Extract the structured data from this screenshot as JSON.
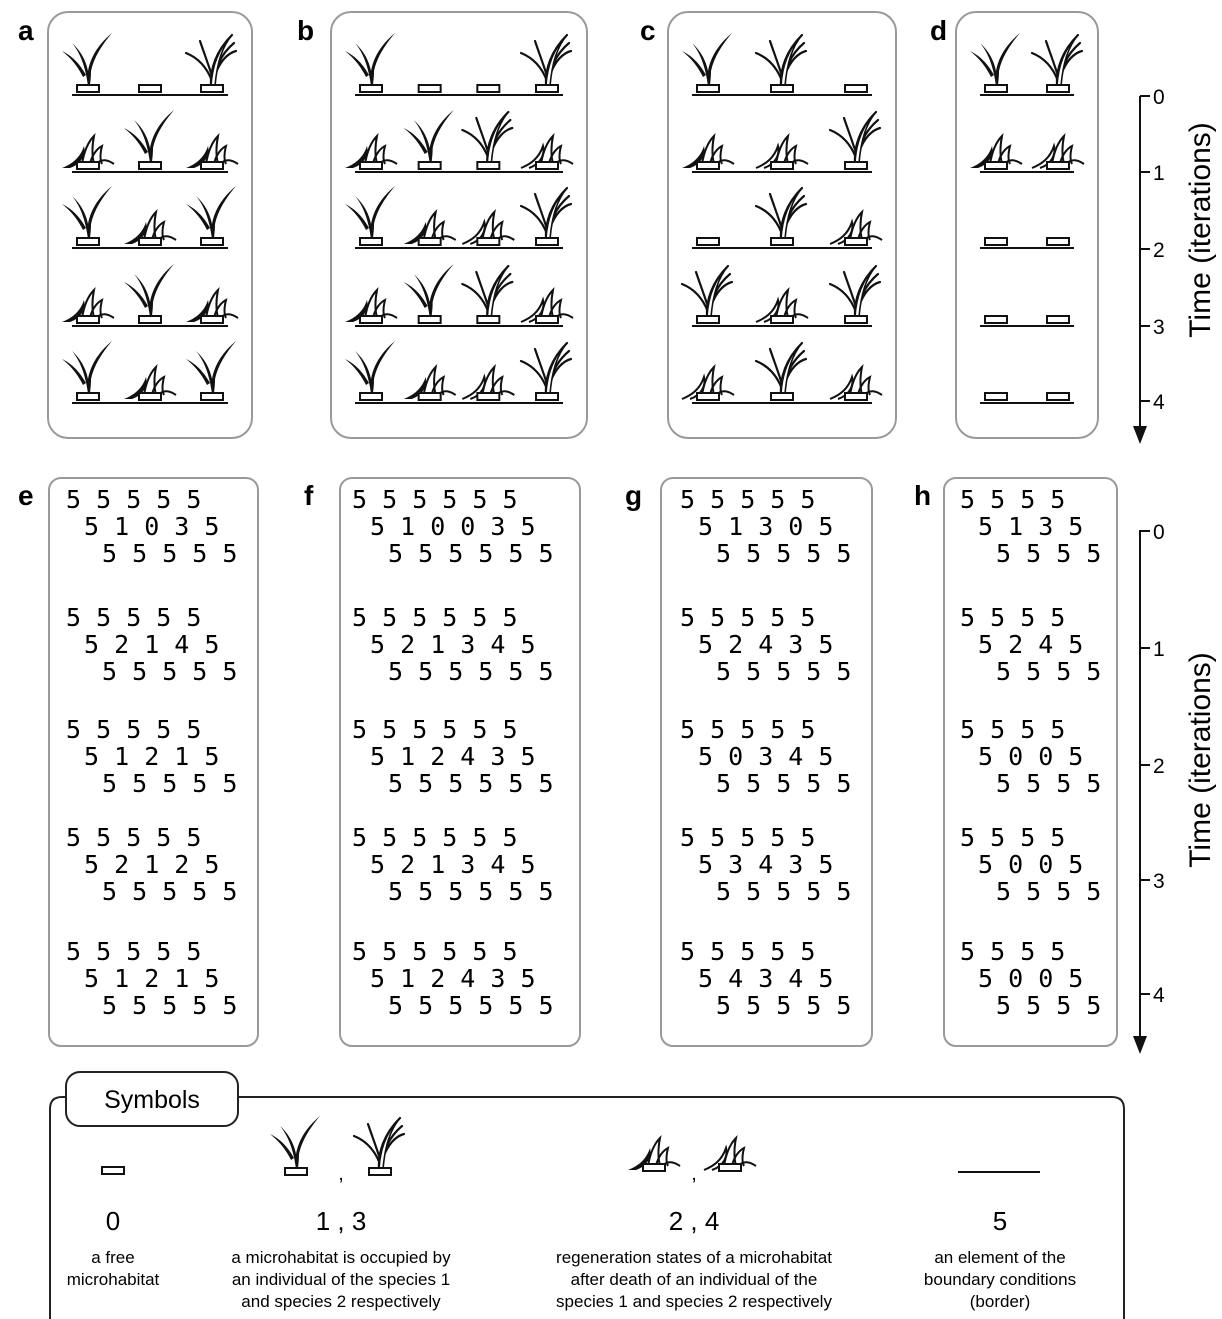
{
  "plant_panels": [
    {
      "label": "a",
      "rows": [
        [
          1,
          0,
          3
        ],
        [
          2,
          1,
          2
        ],
        [
          1,
          2,
          1
        ],
        [
          2,
          1,
          2
        ],
        [
          1,
          2,
          1
        ]
      ]
    },
    {
      "label": "b",
      "rows": [
        [
          1,
          0,
          0,
          3
        ],
        [
          2,
          1,
          3,
          4
        ],
        [
          1,
          2,
          4,
          3
        ],
        [
          2,
          1,
          3,
          4
        ],
        [
          1,
          2,
          4,
          3
        ]
      ]
    },
    {
      "label": "c",
      "rows": [
        [
          1,
          3,
          0
        ],
        [
          2,
          4,
          3
        ],
        [
          0,
          3,
          4
        ],
        [
          3,
          4,
          3
        ],
        [
          4,
          3,
          4
        ]
      ]
    },
    {
      "label": "d",
      "rows": [
        [
          1,
          3
        ],
        [
          2,
          4
        ],
        [
          0,
          0
        ],
        [
          0,
          0
        ],
        [
          0,
          0
        ]
      ]
    }
  ],
  "number_panels": [
    {
      "label": "e",
      "rows": [
        {
          "top": "5 5 5 5 5",
          "mid": "5 1 0 3 5",
          "bot": "5 5 5 5 5"
        },
        {
          "top": "5 5 5 5 5",
          "mid": "5 2 1 4 5",
          "bot": "5 5 5 5 5"
        },
        {
          "top": "5 5 5 5 5",
          "mid": "5 1 2 1 5",
          "bot": "5 5 5 5 5"
        },
        {
          "top": "5 5 5 5 5",
          "mid": "5 2 1 2 5",
          "bot": "5 5 5 5 5"
        },
        {
          "top": "5 5 5 5 5",
          "mid": "5 1 2 1 5",
          "bot": "5 5 5 5 5"
        }
      ]
    },
    {
      "label": "f",
      "rows": [
        {
          "top": "5 5 5 5 5 5",
          "mid": "5 1 0 0 3 5",
          "bot": "5 5 5 5 5 5"
        },
        {
          "top": "5 5 5 5 5 5",
          "mid": "5 2 1 3 4 5",
          "bot": "5 5 5 5 5 5"
        },
        {
          "top": "5 5 5 5 5 5",
          "mid": "5 1 2 4 3 5",
          "bot": "5 5 5 5 5 5"
        },
        {
          "top": "5 5 5 5 5 5",
          "mid": "5 2 1 3 4 5",
          "bot": "5 5 5 5 5 5"
        },
        {
          "top": "5 5 5 5 5 5",
          "mid": "5 1 2 4 3 5",
          "bot": "5 5 5 5 5 5"
        }
      ]
    },
    {
      "label": "g",
      "rows": [
        {
          "top": "5 5 5 5 5",
          "mid": "5 1 3 0 5",
          "bot": "5 5 5 5 5"
        },
        {
          "top": "5 5 5 5 5",
          "mid": "5 2 4 3 5",
          "bot": "5 5 5 5 5"
        },
        {
          "top": "5 5 5 5 5",
          "mid": "5 0 3 4 5",
          "bot": "5 5 5 5 5"
        },
        {
          "top": "5 5 5 5 5",
          "mid": "5 3 4 3 5",
          "bot": "5 5 5 5 5"
        },
        {
          "top": "5 5 5 5 5",
          "mid": "5 4 3 4 5",
          "bot": "5 5 5 5 5"
        }
      ]
    },
    {
      "label": "h",
      "rows": [
        {
          "top": "5 5 5 5",
          "mid": "5 1 3 5",
          "bot": "5 5 5 5"
        },
        {
          "top": "5 5 5 5",
          "mid": "5 2 4 5",
          "bot": "5 5 5 5"
        },
        {
          "top": "5 5 5 5",
          "mid": "5 0 0 5",
          "bot": "5 5 5 5"
        },
        {
          "top": "5 5 5 5",
          "mid": "5 0 0 5",
          "bot": "5 5 5 5"
        },
        {
          "top": "5 5 5 5",
          "mid": "5 0 0 5",
          "bot": "5 5 5 5"
        }
      ]
    }
  ],
  "time_axis": {
    "label": "Time (iterations)",
    "ticks": [
      "0",
      "1",
      "2",
      "3",
      "4"
    ]
  },
  "legend": {
    "title": "Symbols",
    "items": [
      {
        "code": "0",
        "desc": [
          "a free",
          "microhabitat"
        ]
      },
      {
        "code": "1   ,   3",
        "desc": [
          "a microhabitat is occupied by",
          "an individual of the species 1",
          "and species 2 respectively"
        ]
      },
      {
        "code": "2   ,   4",
        "desc": [
          "regeneration states of a microhabitat",
          "after death of an individual of the",
          "species 1 and species 2 respectively"
        ]
      },
      {
        "code": "5",
        "desc": [
          "an element of the",
          "boundary conditions",
          "(border)"
        ]
      }
    ],
    "separator": ","
  },
  "colors": {
    "ink": "#111111",
    "panel_border": "#9a9a9a",
    "legend_border": "#222222"
  }
}
